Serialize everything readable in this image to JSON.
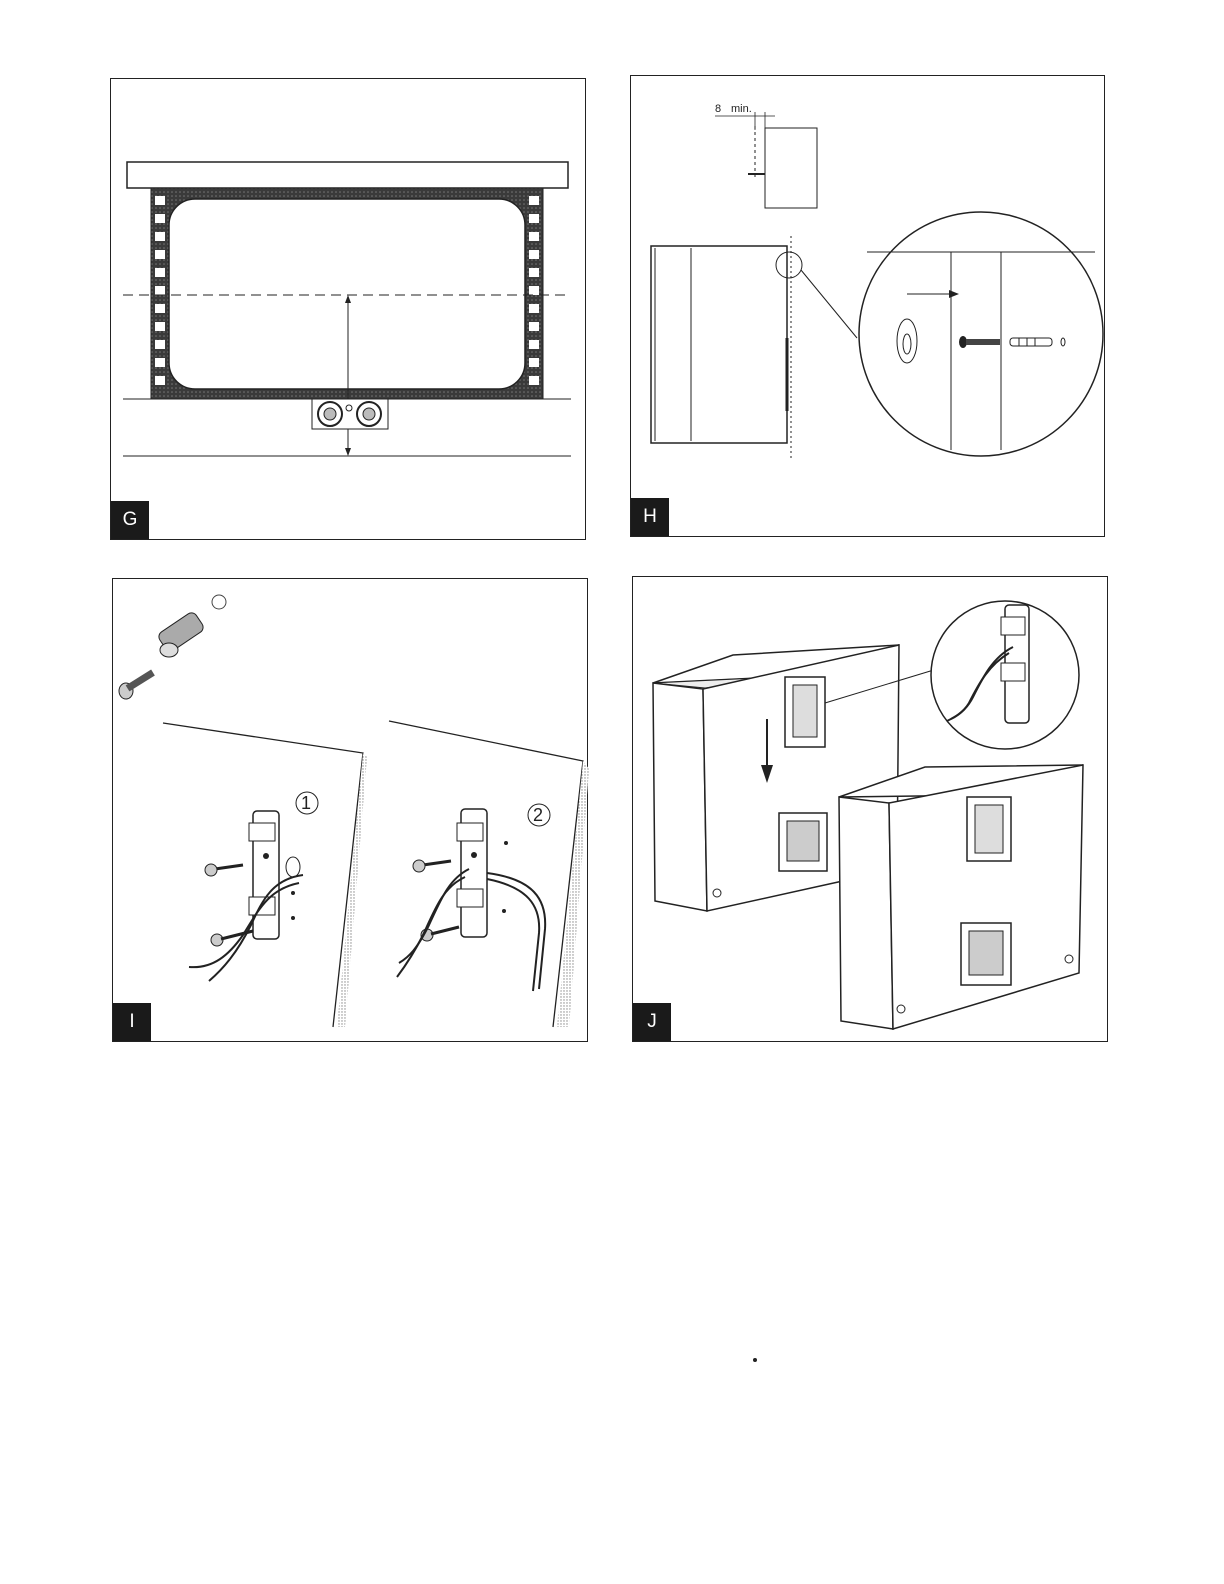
{
  "panels": {
    "g": {
      "label": "G"
    },
    "h": {
      "label": "H",
      "dimension_value": "8",
      "dimension_unit": "min."
    },
    "i": {
      "label": "I",
      "step1": "1",
      "step2": "2"
    },
    "j": {
      "label": "J"
    }
  }
}
